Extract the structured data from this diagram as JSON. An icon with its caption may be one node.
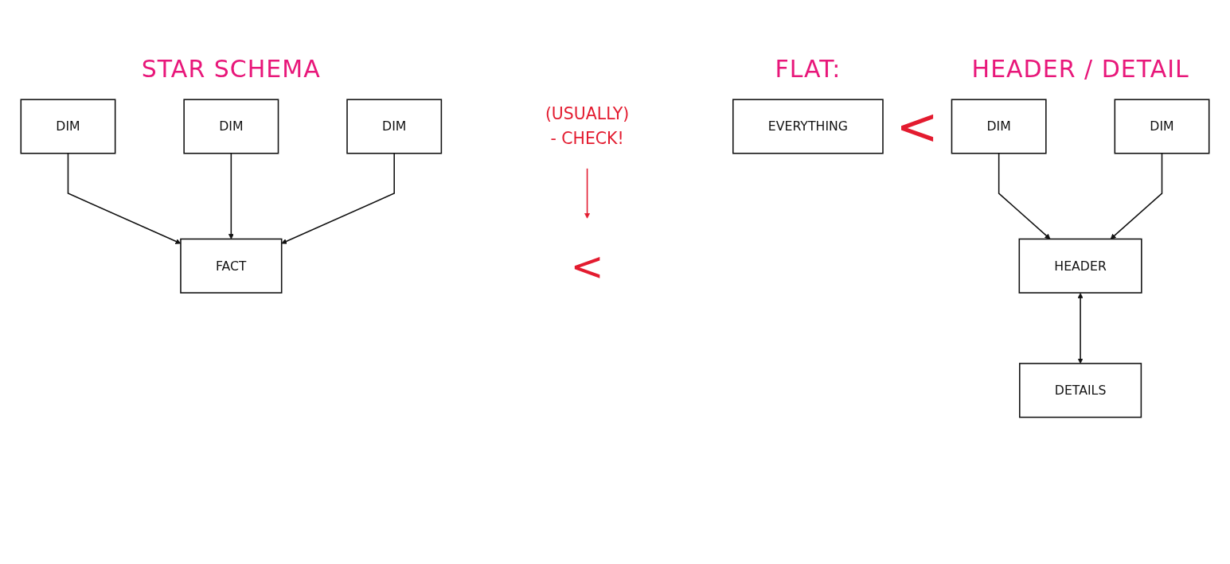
{
  "diagram": {
    "nodes": [
      {
        "text": [
          "DIM"
        ]
      },
      {
        "text": [
          "FACT"
        ]
      },
      {
        "text": [
          "DIM"
        ]
      },
      {
        "text": [
          "DIM"
        ]
      },
      {
        "text": [
          "<"
        ]
      },
      {
        "text": [
          "(USUALLY)",
          "- CHECK!"
        ]
      },
      {
        "text": [
          "EVERYTHING"
        ]
      },
      {
        "text": [
          "DIM"
        ]
      },
      {
        "text": [
          "DIM"
        ]
      },
      {
        "text": [
          "HEADER"
        ]
      },
      {
        "text": [
          "DETAILS"
        ]
      }
    ],
    "edges": [
      {
        "from": 0,
        "to": 1,
        "arrow": "to"
      },
      {
        "from": 2,
        "to": 1,
        "arrow": "to"
      },
      {
        "from": 3,
        "to": 1,
        "arrow": "to"
      },
      {
        "from": 5,
        "to": 4,
        "arrow": "to",
        "color": "#e31b2f"
      },
      {
        "from": 7,
        "to": 9,
        "arrow": "to"
      },
      {
        "from": 8,
        "to": 9,
        "arrow": "to"
      },
      {
        "from": 9,
        "to": 10,
        "arrow": "both"
      }
    ],
    "labels": [
      "STAR SCHEMA",
      "FLAT:",
      "HEADER / DETAIL",
      "<"
    ]
  }
}
